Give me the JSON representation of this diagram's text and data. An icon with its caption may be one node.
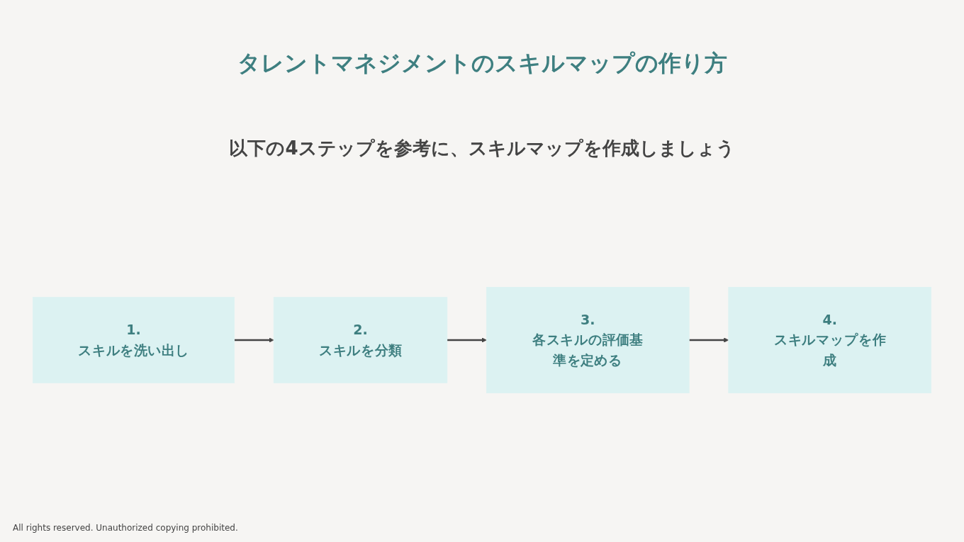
{
  "diagram": {
    "title": "タレントマネジメントのスキルマップの作り方",
    "nodes": [
      {
        "text": [
          "1.",
          "スキルを洗い出し"
        ]
      },
      {
        "text": [
          "2.",
          "スキルを分類"
        ]
      },
      {
        "text": [
          "3.",
          "各スキルの評価基準を定める"
        ]
      },
      {
        "text": [
          "4.",
          "スキルマップを作成"
        ]
      }
    ],
    "edges": [
      {
        "from": 0,
        "to": 1,
        "arrow": "to"
      },
      {
        "from": 1,
        "to": 2,
        "arrow": "to"
      },
      {
        "from": 2,
        "to": 3,
        "arrow": "to"
      }
    ],
    "labels": [
      "以下の4ステップを参考に、スキルマップを作成しましょう",
      "All rights reserved. Unauthorized copying prohibited."
    ]
  }
}
